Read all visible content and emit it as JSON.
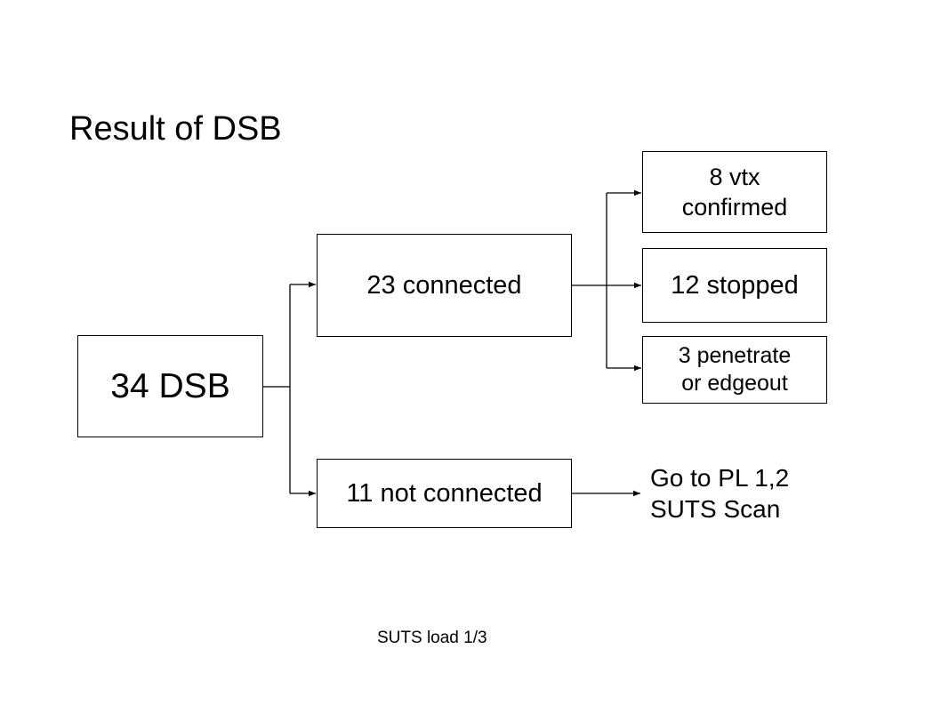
{
  "title": "Result of DSB",
  "nodes": {
    "root": "34 DSB",
    "connected": "23 connected",
    "not_connected": "11 not connected",
    "vtx_confirmed": "8 vtx\nconfirmed",
    "stopped": "12 stopped",
    "penetrate": "3 penetrate\nor edgeout",
    "go_to": "Go to PL 1,2\nSUTS Scan"
  },
  "footer": "SUTS load 1/3",
  "colors": {
    "line": "#000000",
    "box_border": "#000000",
    "background": "#ffffff"
  }
}
